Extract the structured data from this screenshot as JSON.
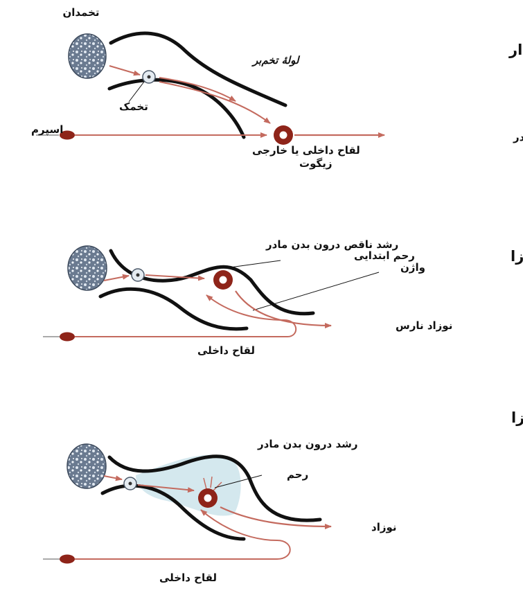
{
  "panels": [
    {
      "heading": "تخم‌گذار",
      "labels": {
        "ovary": "تخمدان",
        "oviduct": "لولۀ تخم‌بر",
        "egg": "تخمک",
        "sperm": "اسپرم",
        "fertilization": "لقاح داخلی یا خارجی",
        "zygote": "زیگوت",
        "growth": "رشد خارج از بدن مادر"
      }
    },
    {
      "heading": "زنده‌زا",
      "labels": {
        "growth": "رشد ناقص درون بدن مادر",
        "uterus": "رحم ابتدایی",
        "vagina": "واژن",
        "newborn": "نوزاد نارس",
        "fertilization": "لقاح داخلی"
      }
    },
    {
      "heading": "بچه‌زا",
      "labels": {
        "growth": "رشد درون بدن مادر",
        "uterus": "رحم",
        "newborn": "نوزاد",
        "fertilization": "لقاح داخلی"
      }
    }
  ],
  "colors": {
    "ink": "#111111",
    "arrow": "#c46a5e",
    "cell": "#8e2419",
    "ovary": "#5f6f85",
    "uterus_fill": "#d4e8ee"
  }
}
